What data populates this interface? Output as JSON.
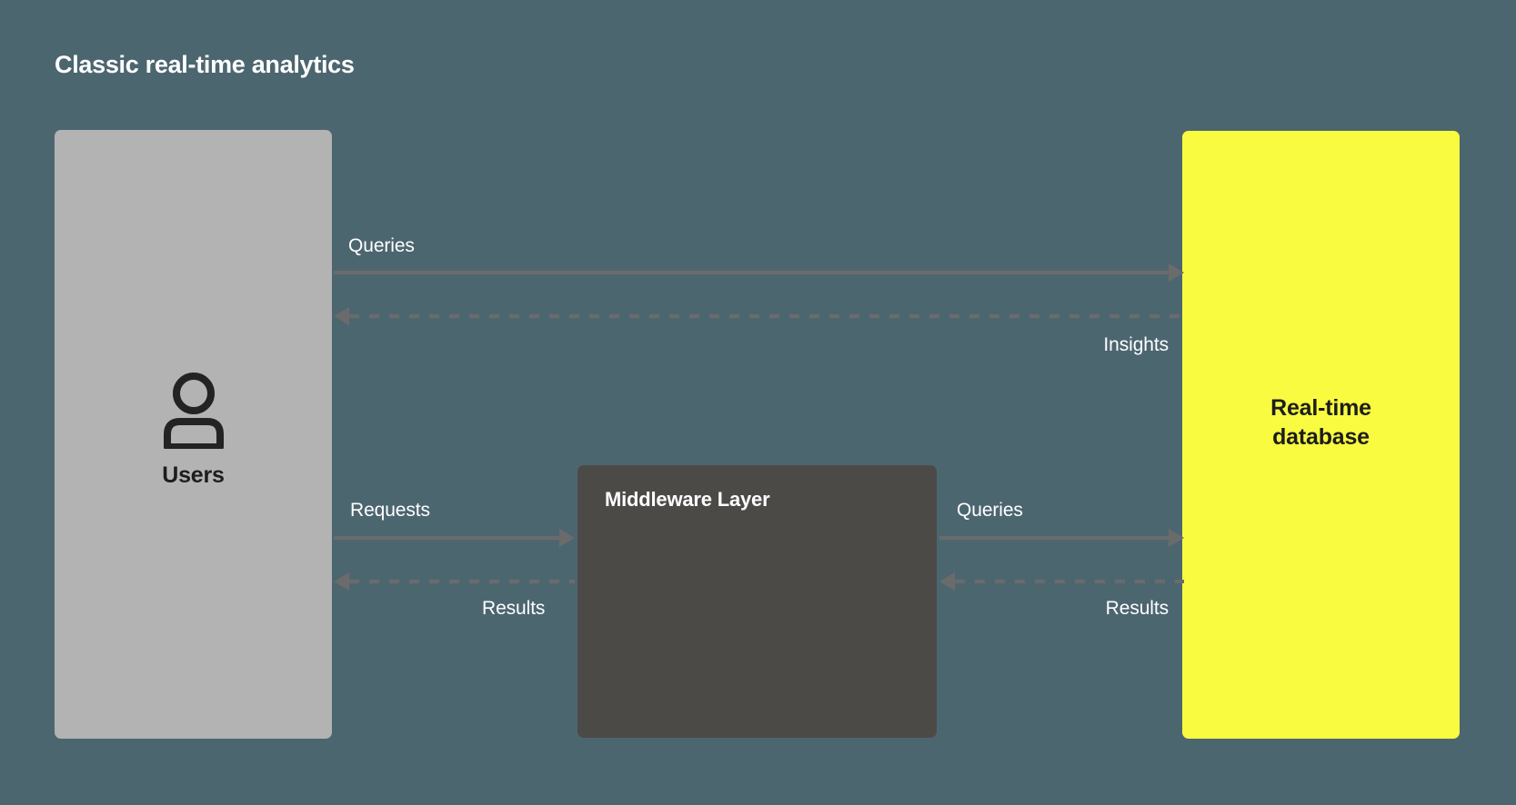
{
  "title": "Classic real-time analytics",
  "theme": {
    "background": "#4c6670",
    "users_box": "#b3b3b3",
    "middleware_box": "#4c4a47",
    "database_box": "#f8fb40",
    "arrow": "#6b6b6b",
    "text_light": "#ffffff",
    "text_dark": "#1d1d1d"
  },
  "nodes": {
    "users": {
      "label": "Users",
      "icon": "person-icon"
    },
    "middleware": {
      "label": "Middleware Layer"
    },
    "database": {
      "label_line1": "Real-time",
      "label_line2": "database"
    }
  },
  "edges": {
    "users_to_db_queries": {
      "label": "Queries",
      "style": "solid",
      "direction": "right"
    },
    "db_to_users_insights": {
      "label": "Insights",
      "style": "dashed",
      "direction": "left"
    },
    "users_to_mw_requests": {
      "label": "Requests",
      "style": "solid",
      "direction": "right"
    },
    "mw_to_users_results": {
      "label": "Results",
      "style": "dashed",
      "direction": "left"
    },
    "mw_to_db_queries": {
      "label": "Queries",
      "style": "solid",
      "direction": "right"
    },
    "db_to_mw_results": {
      "label": "Results",
      "style": "dashed",
      "direction": "left"
    }
  }
}
